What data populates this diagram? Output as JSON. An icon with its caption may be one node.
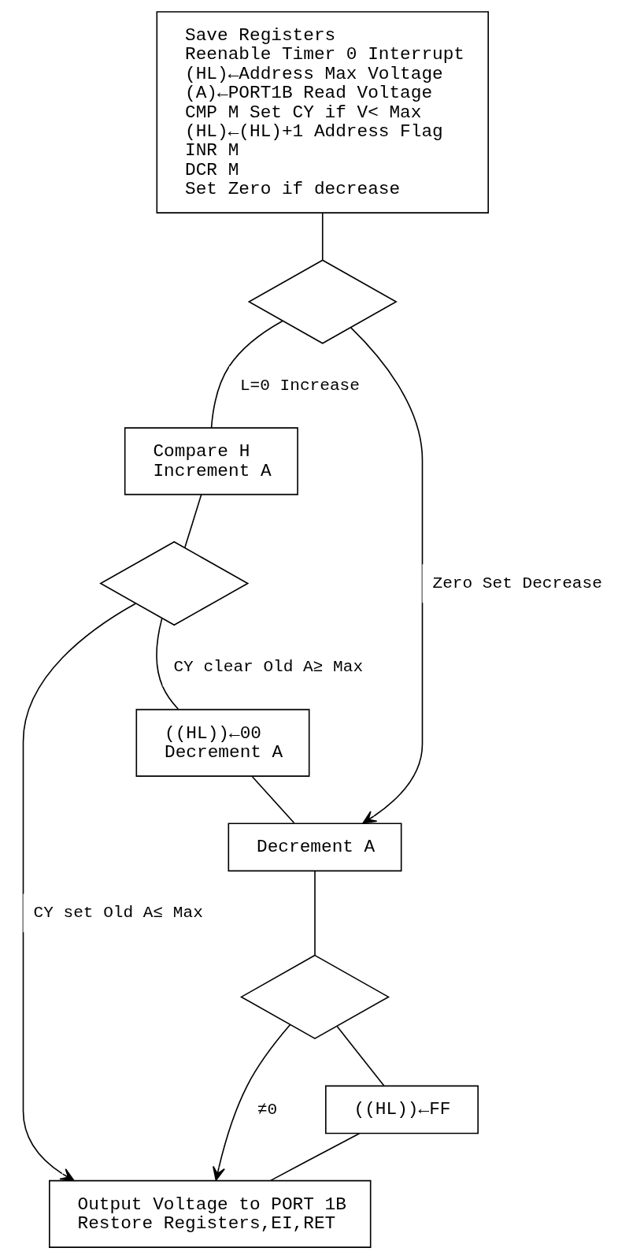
{
  "diagram": {
    "nodes": [
      {
        "text": [
          "Save Registers",
          "Reenable Timer 0 Interrupt",
          "(HL)←Address Max Voltage",
          "(A)←PORT1B Read Voltage",
          "CMP M Set CY if V< Max",
          "(HL)←(HL)+1 Address Flag",
          "INR M",
          "DCR M",
          "Set Zero if decrease"
        ]
      },
      {
        "text": [],
        "shape": "diamond"
      },
      {
        "text": [
          "Compare H",
          "Increment A"
        ]
      },
      {
        "text": [],
        "shape": "diamond"
      },
      {
        "text": [
          "((HL))←00",
          "Decrement A"
        ]
      },
      {
        "text": [
          "Decrement A"
        ]
      },
      {
        "text": [],
        "shape": "diamond"
      },
      {
        "text": [
          "((HL))←FF"
        ]
      },
      {
        "text": [
          "Output Voltage to PORT 1B",
          "Restore Registers,EI,RET"
        ]
      }
    ],
    "edges": [
      {
        "from": 0,
        "to": 1,
        "arrow": "none"
      },
      {
        "from": 1,
        "to": 5,
        "arrow": "to",
        "label": "Zero Set Decrease"
      },
      {
        "from": 1,
        "to": 2,
        "arrow": "none",
        "label": "L=0 Increase"
      },
      {
        "from": 2,
        "to": 3,
        "arrow": "none"
      },
      {
        "from": 3,
        "to": 8,
        "arrow": "to",
        "label": "CY set Old A≤ Max"
      },
      {
        "from": 3,
        "to": 4,
        "arrow": "none",
        "label": "CY clear Old A≥ Max"
      },
      {
        "from": 4,
        "to": 5,
        "arrow": "none"
      },
      {
        "from": 5,
        "to": 6,
        "arrow": "none"
      },
      {
        "from": 6,
        "to": 8,
        "arrow": "to",
        "label": "≠0"
      },
      {
        "from": 6,
        "to": 7,
        "arrow": "none"
      },
      {
        "from": 7,
        "to": 8,
        "arrow": "none"
      }
    ]
  }
}
